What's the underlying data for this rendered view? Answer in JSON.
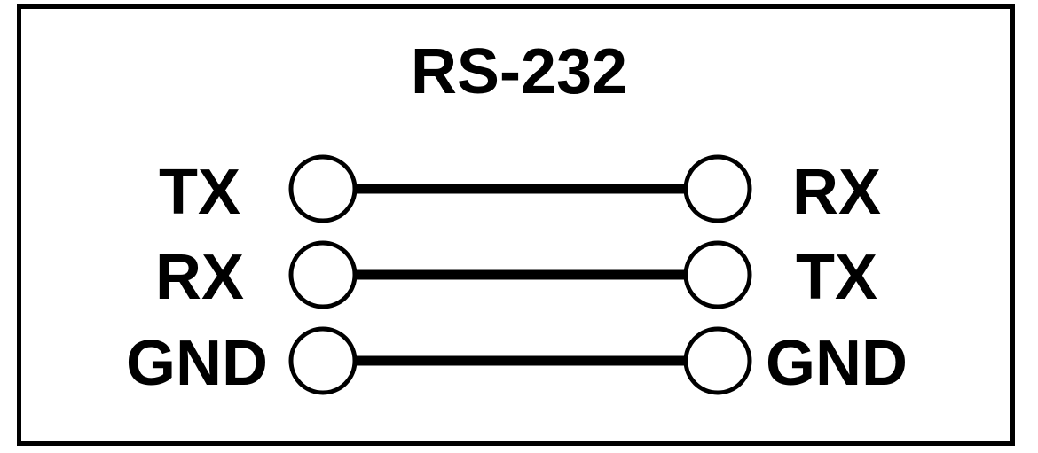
{
  "title": "RS-232",
  "connections": [
    {
      "left_label": "TX",
      "right_label": "RX"
    },
    {
      "left_label": "RX",
      "right_label": "TX"
    },
    {
      "left_label": "GND",
      "right_label": "GND"
    }
  ],
  "colors": {
    "stroke": "#000000",
    "background": "#ffffff"
  }
}
